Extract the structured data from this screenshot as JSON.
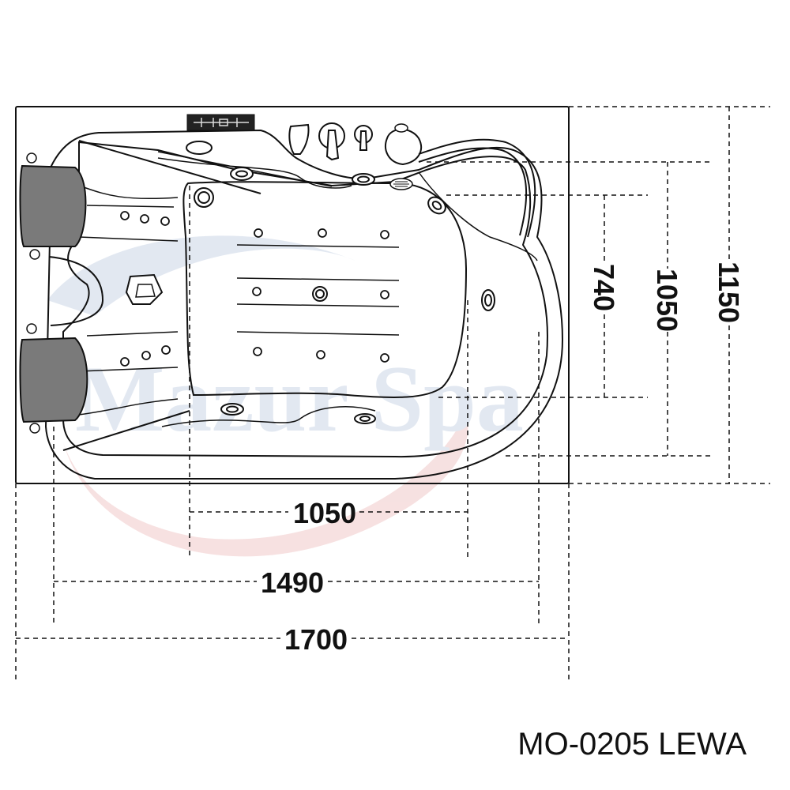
{
  "model": "MO-0205 LEWA",
  "watermark": "Mazur Spa",
  "dimensions": {
    "width_total": "1700",
    "width_outer": "1490",
    "width_inner": "1050",
    "depth_total": "1150",
    "depth_outer": "1050",
    "depth_inner": "740"
  },
  "colors": {
    "line": "#111111",
    "headrest": "#7a7a7a",
    "watermark_blue": "#dfe6f0",
    "watermark_red": "#f6dede"
  }
}
